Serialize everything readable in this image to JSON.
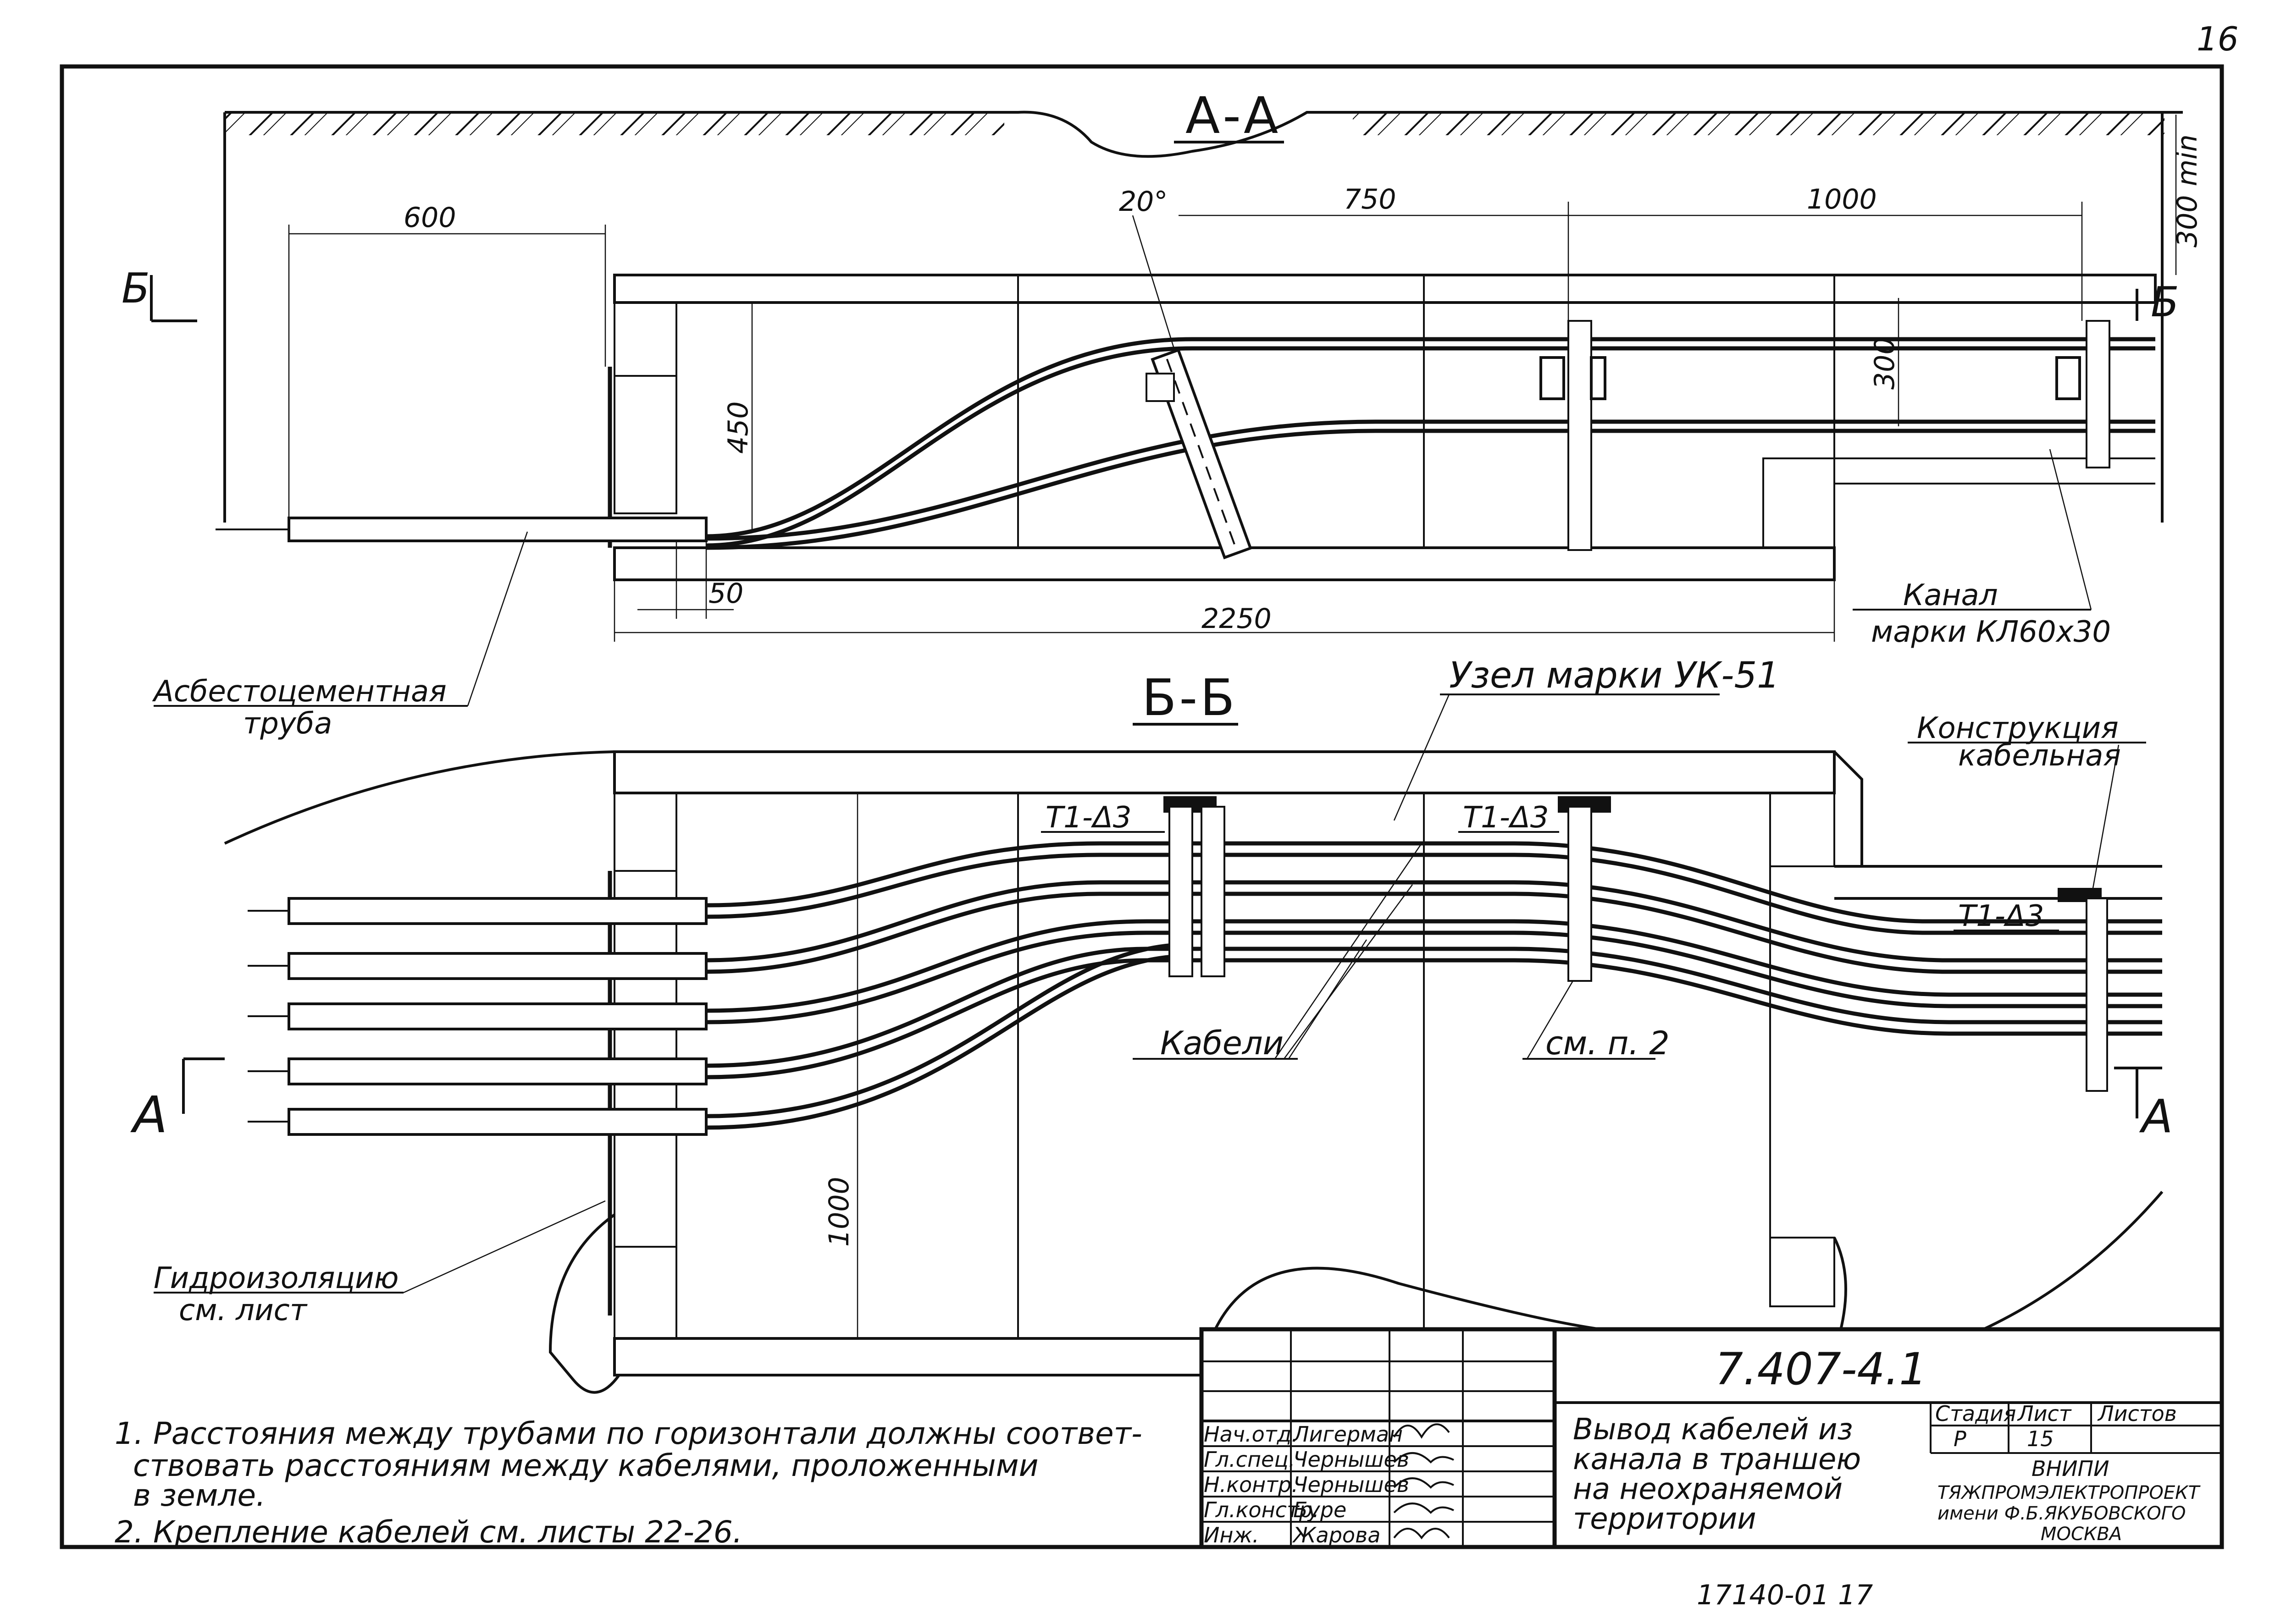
{
  "sheet": {
    "sheet_corner_number": "16",
    "bottom_archive_number": "17140-01 17"
  },
  "section_aa": {
    "title": "А-А",
    "dims": {
      "d600": "600",
      "d20deg": "20°",
      "d750": "750",
      "d1000": "1000",
      "d300min": "300 min",
      "d450": "450",
      "d300": "300",
      "d50": "50",
      "d2250": "2250"
    },
    "cut_mark_left": "Б",
    "cut_mark_right": "Б",
    "label_pipe_line1": "Асбестоцементная",
    "label_pipe_line2": "труба",
    "label_channel_line1": "Канал",
    "label_channel_line2": "марки КЛ60х30"
  },
  "section_bb": {
    "title": "Б-Б",
    "label_node": "Узел марки УК-51",
    "label_construction_line1": "Конструкция",
    "label_construction_line2": "кабельная",
    "label_t1": "Т1-Δ3",
    "label_t2": "Т1-Δ3",
    "label_t3": "Т1-Δ3",
    "label_cables": "Кабели",
    "label_see_p2": "см. п. 2",
    "dim_1000": "1000",
    "cut_mark_left": "А",
    "cut_mark_right": "А",
    "label_waterproof_line1": "Гидроизоляцию",
    "label_waterproof_line2": "см. лист"
  },
  "notes": {
    "n1_line1": "1. Расстояния между трубами по горизонтали должны соответ-",
    "n1_line2": "ствовать расстояниям между кабелями, проложенными",
    "n1_line3": "в земле.",
    "n2": "2. Крепление кабелей см. листы 22-26."
  },
  "title_block": {
    "doc_number": "7.407-4.1",
    "sheet_title_line1": "Вывод кабелей из",
    "sheet_title_line2": "канала в траншею",
    "sheet_title_line3": "на неохраняемой",
    "sheet_title_line4": "территории",
    "head_stage": "Стадия",
    "head_sheet": "Лист",
    "head_sheets": "Листов",
    "val_stage": "Р",
    "val_sheet": "15",
    "val_sheets": "",
    "org_line1": "ВНИПИ",
    "org_line2": "ТЯЖПРОМЭЛЕКТРОПРОЕКТ",
    "org_line3": "имени Ф.Б.ЯКУБОВСКОГО",
    "org_line4": "МОСКВА",
    "roles": [
      {
        "role": "Нач.отд.",
        "name": "Лигерман"
      },
      {
        "role": "Гл.спец.",
        "name": "Чернышев"
      },
      {
        "role": "Н.контр.",
        "name": "Чернышев"
      },
      {
        "role": "Гл.констр.",
        "name": "Буре"
      },
      {
        "role": "Инж.",
        "name": "Жарова"
      }
    ]
  }
}
